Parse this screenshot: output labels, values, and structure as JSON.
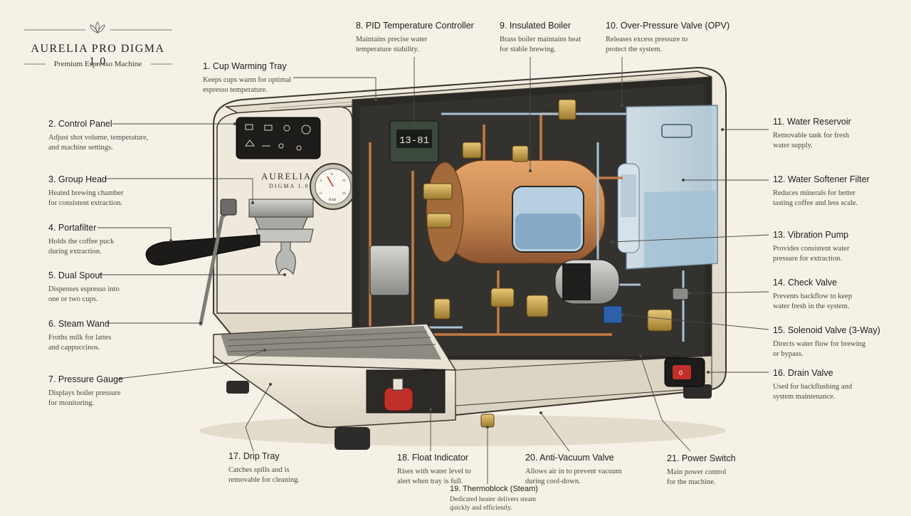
{
  "header": {
    "title": "AURELIA PRO DIGMA 1.0",
    "subtitle": "Premium Espresso Machine"
  },
  "machine": {
    "brand_line1": "AURELIA",
    "brand_line2": "DIGMA 1.0",
    "pid_display": "13-81",
    "gauge_unit": "BAR",
    "gauge_ticks": [
      "0",
      "4",
      "8",
      "12",
      "16"
    ]
  },
  "colors": {
    "background": "#f6f1e6",
    "copper": "#c98a52",
    "brass": "#c9a24a",
    "body": "#ece6d8",
    "leader": "#4a4741"
  },
  "labels": [
    {
      "title": "1.  Cup Warming Tray",
      "desc": "Keeps cups warm for optimal\nespresso temperature."
    },
    {
      "title": "2.  Control Panel",
      "desc": "Adjust shot volume, temperature,\nand machine settings."
    },
    {
      "title": "3.  Group Head",
      "desc": "Heated brewing chamber\nfor consistent extraction."
    },
    {
      "title": "4.  Portafilter",
      "desc": "Holds the coffee puck\nduring extraction."
    },
    {
      "title": "5.  Dual Spout",
      "desc": "Dispenses espresso into\none or two cups."
    },
    {
      "title": "6.  Steam Wand",
      "desc": "Froths milk for lattes\nand cappuccinos."
    },
    {
      "title": "7.  Pressure Gauge",
      "desc": "Displays boiler pressure\nfor monitoring."
    },
    {
      "title": "8.  PID Temperature Controller",
      "desc": "Maintains precise water\ntemperature stability."
    },
    {
      "title": "9.  Insulated Boiler",
      "desc": "Brass boiler maintains heat\nfor stable brewing."
    },
    {
      "title": "10.  Over-Pressure Valve (OPV)",
      "desc": "Releases excess pressure to\nprotect the system."
    },
    {
      "title": "11.  Water Reservoir",
      "desc": "Removable tank for fresh\nwater supply."
    },
    {
      "title": "12.  Water Softener Filter",
      "desc": "Reduces minerals for better\ntasting coffee and less scale."
    },
    {
      "title": "13.  Vibration Pump",
      "desc": "Provides consistent water\npressure for extraction."
    },
    {
      "title": "14.  Check Valve",
      "desc": "Prevents backflow to keep\nwater fresh in the system."
    },
    {
      "title": "15.  Solenoid Valve (3-Way)",
      "desc": "Directs water flow for brewing\nor bypass."
    },
    {
      "title": "16.  Drain Valve",
      "desc": "Used for backflushing and\nsystem maintenance."
    },
    {
      "title": "17.  Drip Tray",
      "desc": "Catches spills and is\nremovable for cleaning."
    },
    {
      "title": "18.  Float Indicator",
      "desc": "Rises with water level to\nalert when tray is full."
    },
    {
      "title": "19.  Thermoblock (Steam)",
      "desc": "Dedicated heater delivers steam\nquickly and efficiently."
    },
    {
      "title": "20.  Anti-Vacuum Valve",
      "desc": "Allows air in to prevent vacuum\nduring cool-down."
    },
    {
      "title": "21.  Power Switch",
      "desc": "Main power control\nfor the machine."
    }
  ]
}
